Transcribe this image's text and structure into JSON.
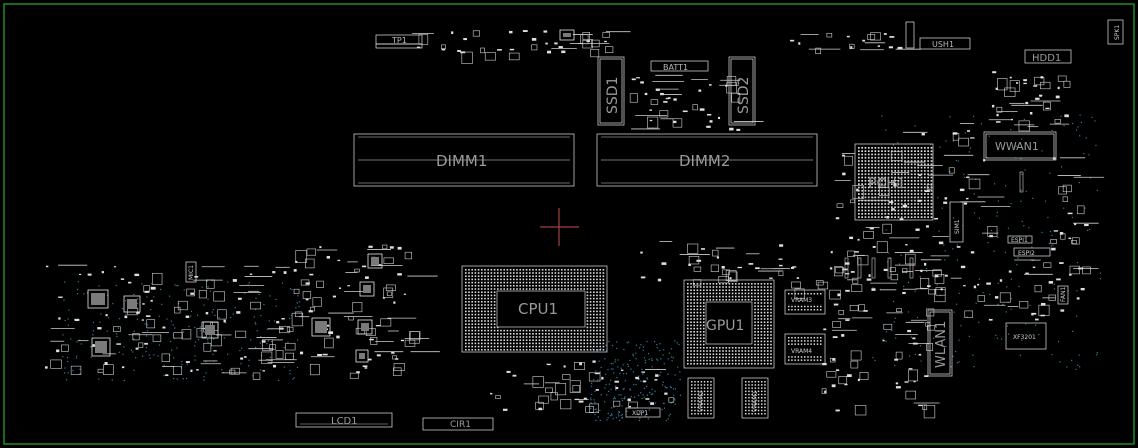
{
  "colors": {
    "background": "#000000",
    "board_edge": "#1f8a1f",
    "silk": "#d8d8d8",
    "label": "#9a9a9a",
    "cursor": "#c0504d",
    "via": "#2f7fa0"
  },
  "components": {
    "tp1": "TP1",
    "batt1": "BATT1",
    "ush1": "USH1",
    "hdd1": "HDD1",
    "spk1": "SPK1",
    "ssd1": "SSD1",
    "ssd2": "SSD2",
    "dimm1": "DIMM1",
    "dimm2": "DIMM2",
    "wwan1": "WWAN1",
    "pch1": "PCH1",
    "cpu1": "CPU1",
    "gpu1": "GPU1",
    "vram3": "VRAM3",
    "vram4": "VRAM4",
    "vram1": "VRAM1",
    "vram2": "VRAM2",
    "wlan1": "WLAN1",
    "xf3201": "XF3201",
    "xdp1": "XDP1",
    "lcd1": "LCD1",
    "cir1": "CIR1",
    "sim1": "SIM1",
    "espi1": "ESPI1",
    "espi2": "ESPI2",
    "mic1": "MIC1",
    "fan1": "FAN1"
  }
}
